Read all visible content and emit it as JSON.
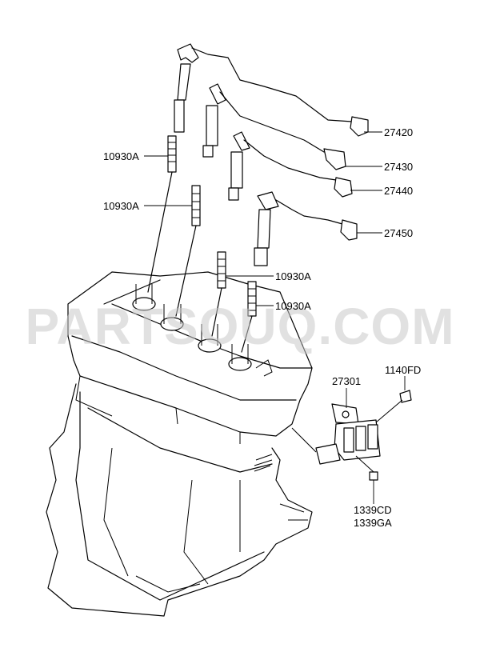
{
  "watermark": "PARTSOUQ.COM",
  "labels": {
    "c27420": "27420",
    "c27430": "27430",
    "c27440": "27440",
    "c27450": "27450",
    "plug1": "10930A",
    "plug2": "10930A",
    "plug3": "10930A",
    "plug4": "10930A",
    "c27301": "27301",
    "c1140fd": "1140FD",
    "c1339cd": "1339CD",
    "c1339ga": "1339GA"
  }
}
